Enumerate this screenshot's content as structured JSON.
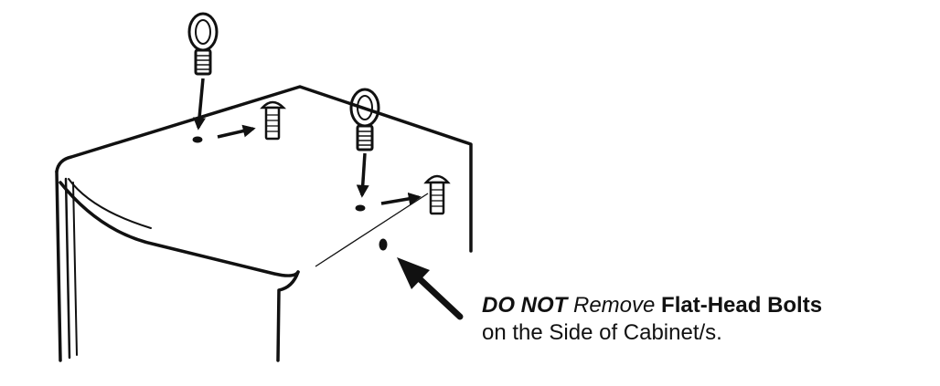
{
  "caption": {
    "line1": {
      "part1": "DO NOT",
      "part2": "Remove",
      "part3": "Flat-Head Bolts"
    },
    "line2": "on the Side of Cabinet/s."
  },
  "colors": {
    "ink": "#111111",
    "paper": "#ffffff"
  },
  "icons": [
    "eye-bolt-icon",
    "flat-head-bolt-icon",
    "arrow-icon"
  ]
}
